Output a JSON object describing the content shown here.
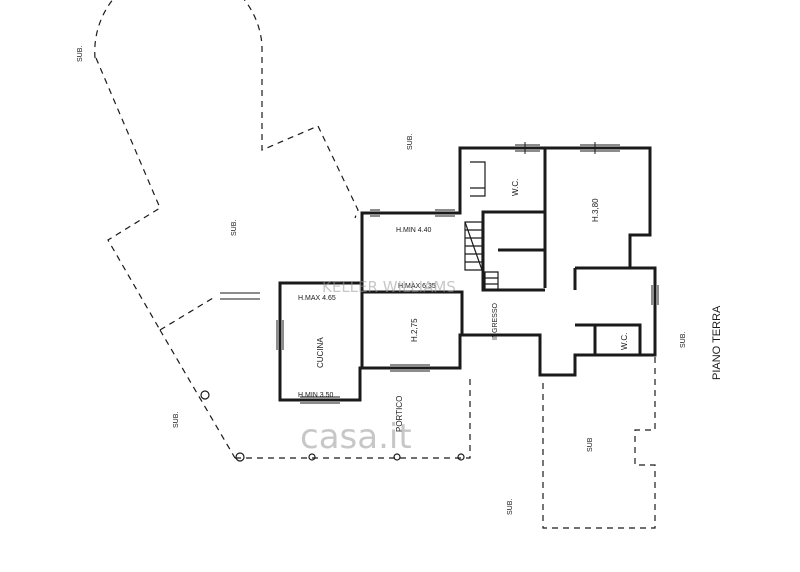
{
  "labels": {
    "sub_top_left": "SUB.",
    "sub_top_center": "SUB.",
    "sub_semicircle": "SUB.",
    "sub_left": "SUB.",
    "sub_bottom": "SUB.",
    "sub_right": "SUB.",
    "sub_big_right": "SUB",
    "wc_top": "W.C.",
    "h380": "H.3,80",
    "hmin440": "H.MIN 4.40",
    "hmax635": "H.MAX 6.35",
    "hmax465": "H.MAX 4.65",
    "cucina": "CUCINA",
    "h275": "H.2,75",
    "ingresso": "INGRESSO",
    "wc_bottom": "W.C.",
    "hmin350": "H.MIN 3.50",
    "portico": "PORTICO",
    "piano_terra": "PIANO TERRA"
  },
  "watermarks": {
    "keller": "KELLER WILLIAMS",
    "casa": "casa.it"
  }
}
